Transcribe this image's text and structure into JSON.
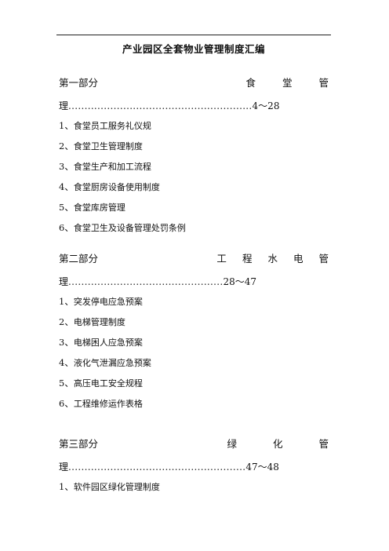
{
  "document": {
    "title": "产业园区全套物业管理制度汇编"
  },
  "parts": [
    {
      "heading_chars": [
        "第",
        "一",
        "部",
        "分",
        "食",
        "堂",
        "管"
      ],
      "toc_prefix": "理",
      "toc_dots": ".........................................................",
      "toc_pages": "4～28",
      "items": [
        {
          "num": "1、",
          "text": "食堂员工服务礼仪规"
        },
        {
          "num": "2、",
          "text": "食堂卫生管理制度"
        },
        {
          "num": "3、",
          "text": "食堂生产和加工流程"
        },
        {
          "num": "4、",
          "text": "食堂厨房设备使用制度"
        },
        {
          "num": "5、",
          "text": "食堂库房管理"
        },
        {
          "num": "6、",
          "text": "食堂卫生及设备管理处罚条例"
        }
      ]
    },
    {
      "heading_chars": [
        "第",
        "二",
        "部",
        "分",
        "工",
        "程",
        "水",
        "电",
        "管"
      ],
      "toc_prefix": "理",
      "toc_dots": "................................................",
      "toc_pages": "28～47",
      "items": [
        {
          "num": "1、",
          "text": "突发停电应急预案"
        },
        {
          "num": "2、",
          "text": "电梯管理制度"
        },
        {
          "num": "3、",
          "text": "电梯困人应急预案"
        },
        {
          "num": "4、",
          "text": "液化气泄漏应急预案"
        },
        {
          "num": "5、",
          "text": "高压电工安全规程"
        },
        {
          "num": "6、",
          "text": "工程维修运作表格"
        }
      ]
    },
    {
      "heading_chars": [
        "第",
        "三",
        "部",
        "分",
        "绿",
        "化",
        "管"
      ],
      "toc_prefix": "理",
      "toc_dots": ".......................................................",
      "toc_pages": "47～48",
      "items": [
        {
          "num": "1、",
          "text": "软件园区绿化管理制度"
        }
      ]
    }
  ]
}
